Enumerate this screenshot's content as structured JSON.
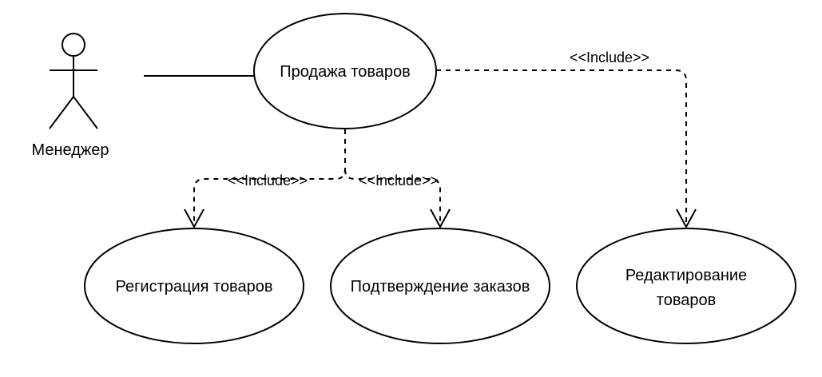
{
  "actor": {
    "name": "Менеджер"
  },
  "use_cases": {
    "sales": "Продажа товаров",
    "registration": "Регистрация товаров",
    "confirmation": "Подтверждение заказов",
    "editing_line1": "Редактирование",
    "editing_line2": "товаров"
  },
  "relations": {
    "include_registration": "<<Include>>",
    "include_confirmation": "<<Include>>",
    "include_editing": "<<Include>>"
  }
}
